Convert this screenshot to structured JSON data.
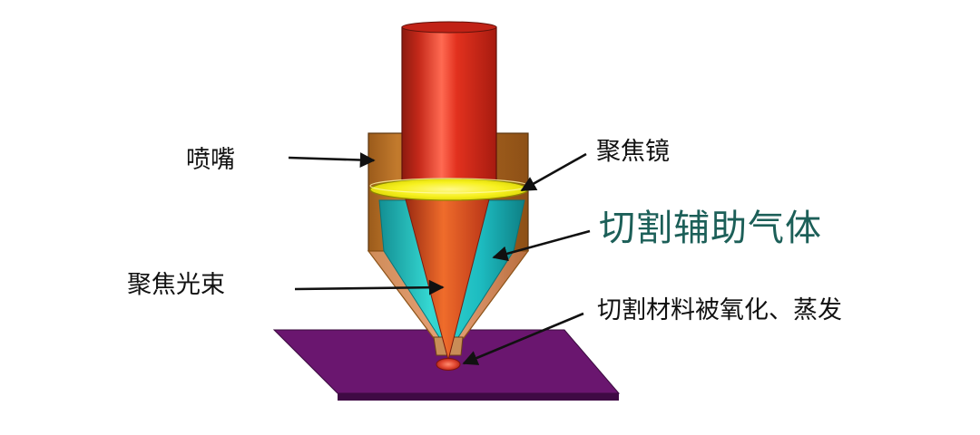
{
  "labels": {
    "nozzle": "喷嘴",
    "focus_lens": "聚焦镜",
    "assist_gas": "切割辅助气体",
    "focused_beam": "聚焦光束",
    "material_oxidized": "切割材料被氧化、蒸发"
  },
  "colors": {
    "laser_tube": "#cc2a1b",
    "laser_tube_highlight": "#ff7a67",
    "nozzle_body": "#b8742a",
    "nozzle_dark": "#8c5318",
    "focus_lens": "#f8f22b",
    "beam_cone": "#e24f1a",
    "gas": "#29c8c2",
    "workpiece_top": "#6b176f",
    "workpiece_side": "#3f0a44",
    "arrows": "#111111",
    "assist_gas_text": "#1c5f58"
  }
}
